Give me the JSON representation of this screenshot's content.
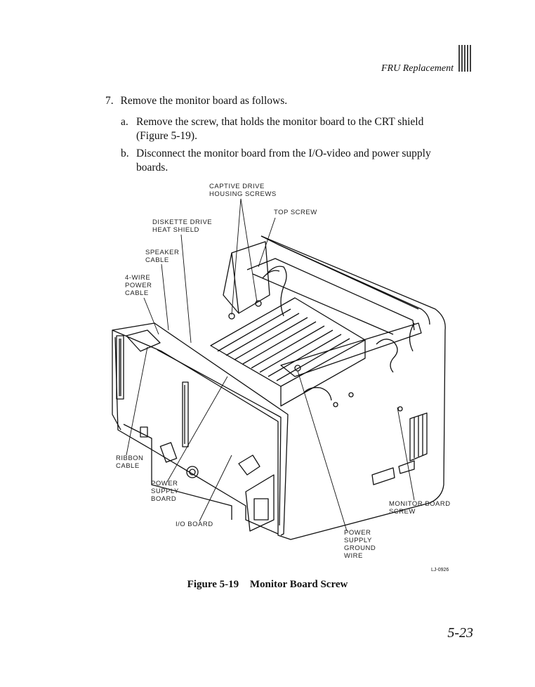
{
  "header": {
    "title": "FRU Replacement",
    "bars_icon": "vertical-bars-icon"
  },
  "step": {
    "number": "7.",
    "text": "Remove the monitor board as follows."
  },
  "substeps": [
    {
      "label": "a.",
      "lines": [
        "Remove the screw, that holds the monitor board to the CRT shield",
        "(Figure 5-19)."
      ]
    },
    {
      "label": "b.",
      "lines": [
        "Disconnect the monitor board from the I/O-video and power supply",
        "boards."
      ]
    }
  ],
  "figure": {
    "callouts": {
      "captive": [
        "CAPTIVE DRIVE",
        "HOUSING SCREWS"
      ],
      "top_screw": [
        "TOP SCREW"
      ],
      "heat_shield": [
        "DISKETTE DRIVE",
        "HEAT SHIELD"
      ],
      "speaker": [
        "SPEAKER",
        "CABLE"
      ],
      "power_cable": [
        "4-WIRE",
        "POWER",
        "CABLE"
      ],
      "ribbon": [
        "RIBBON",
        "CABLE"
      ],
      "psu_board": [
        "POWER",
        "SUPPLY",
        "BOARD"
      ],
      "io_board": [
        "I/O BOARD"
      ],
      "ground_wire": [
        "POWER",
        "SUPPLY",
        "GROUND",
        "WIRE"
      ],
      "monitor_screw": [
        "MONITOR BOARD",
        "SCREW"
      ]
    },
    "id": "LJ-0926",
    "caption_number": "Figure 5-19",
    "caption_title": "Monitor Board Screw"
  },
  "page_number": "5-23"
}
